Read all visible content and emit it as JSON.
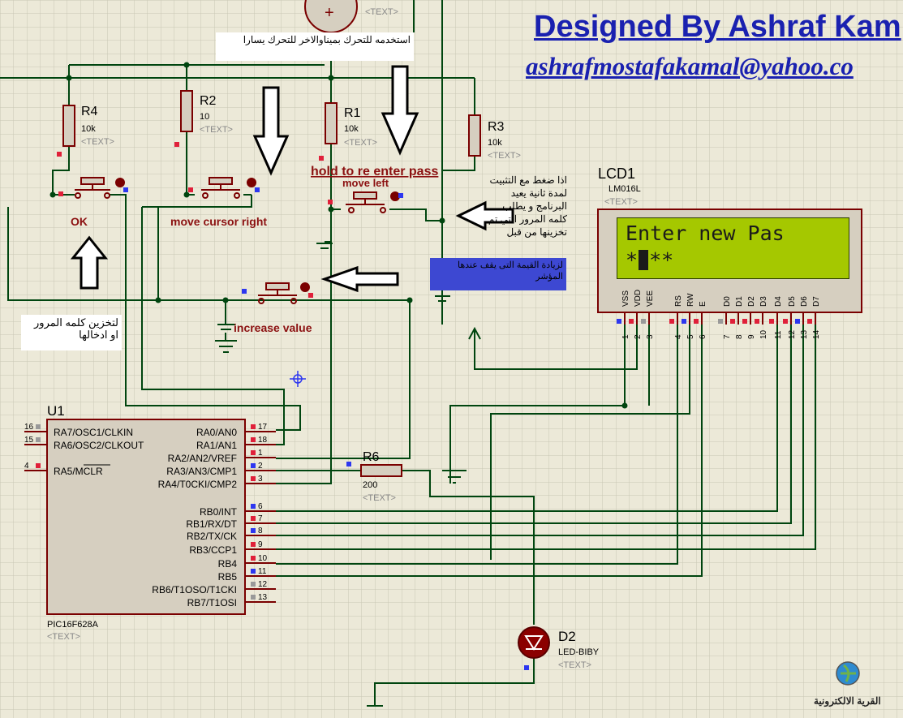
{
  "header": {
    "designer": "Designed By Ashraf Kam",
    "email": "ashrafmostafakamal@yahoo.co"
  },
  "notes": {
    "top": "استخدمه للتحرك بميناوالاخر للتحرك يسارا",
    "hold": "اذا ضغط مع التثبيت لمدة ثانية يعيد البرنامج و يطلب كلمه المرور التي تم تخزينها من قبل",
    "increase": "لزيادة القيمة التى يقف عندها المؤشر",
    "store": "لتخزين كلمه المرور او ادخالها"
  },
  "labels": {
    "ok": "OK",
    "move_right": "move cursor right",
    "move_left": "move left",
    "hold": "hold to re enter pass",
    "increase": "increase value"
  },
  "resistors": [
    {
      "ref": "R4",
      "value": "10k",
      "text": "<TEXT>"
    },
    {
      "ref": "R2",
      "value": "10",
      "text": "<TEXT>"
    },
    {
      "ref": "R1",
      "value": "10k",
      "text": "<TEXT>"
    },
    {
      "ref": "R3",
      "value": "10k",
      "text": "<TEXT>"
    },
    {
      "ref": "R6",
      "value": "200",
      "text": "<TEXT>"
    }
  ],
  "top_part_text": "<TEXT>",
  "lcd": {
    "ref": "LCD1",
    "model": "LM016L",
    "text": "<TEXT>",
    "line1": "Enter new Pas",
    "line2_prefix": "*",
    "line2_suffix": "**",
    "pin_names": [
      "VSS",
      "VDD",
      "VEE",
      "RS",
      "RW",
      "E",
      "D0",
      "D1",
      "D2",
      "D3",
      "D4",
      "D5",
      "D6",
      "D7"
    ],
    "pin_numbers": [
      "1",
      "2",
      "3",
      "4",
      "5",
      "6",
      "7",
      "8",
      "9",
      "10",
      "11",
      "12",
      "13",
      "14"
    ]
  },
  "mcu": {
    "ref": "U1",
    "model": "PIC16F628A",
    "text": "<TEXT>",
    "left_pins": [
      {
        "num": "16",
        "name": "RA7/OSC1/CLKIN"
      },
      {
        "num": "15",
        "name": "RA6/OSC2/CLKOUT"
      },
      {
        "num": "4",
        "name": "RA5/MCLR"
      }
    ],
    "right_pins": [
      {
        "num": "17",
        "name": "RA0/AN0"
      },
      {
        "num": "18",
        "name": "RA1/AN1"
      },
      {
        "num": "1",
        "name": "RA2/AN2/VREF"
      },
      {
        "num": "2",
        "name": "RA3/AN3/CMP1"
      },
      {
        "num": "3",
        "name": "RA4/T0CKI/CMP2"
      },
      {
        "num": "6",
        "name": "RB0/INT"
      },
      {
        "num": "7",
        "name": "RB1/RX/DT"
      },
      {
        "num": "8",
        "name": "RB2/TX/CK"
      },
      {
        "num": "9",
        "name": "RB3/CCP1"
      },
      {
        "num": "10",
        "name": "RB4"
      },
      {
        "num": "11",
        "name": "RB5"
      },
      {
        "num": "12",
        "name": "RB6/T1OSO/T1CKI"
      },
      {
        "num": "13",
        "name": "RB7/T1OSI"
      }
    ]
  },
  "led": {
    "ref": "D2",
    "model": "LED-BIBY",
    "text": "<TEXT>"
  },
  "logo": {
    "text": "القرية الالكترونية"
  },
  "colors": {
    "background": "#ece9d8",
    "grid": "#c9c6b4",
    "wire": "#00450f",
    "component": "#7a0000",
    "component_fill": "#d6cfc0",
    "pin_red": "#e0203a",
    "pin_blue": "#2d37f0",
    "lcd_green": "#a5c800",
    "title_blue": "#1a21b0"
  }
}
